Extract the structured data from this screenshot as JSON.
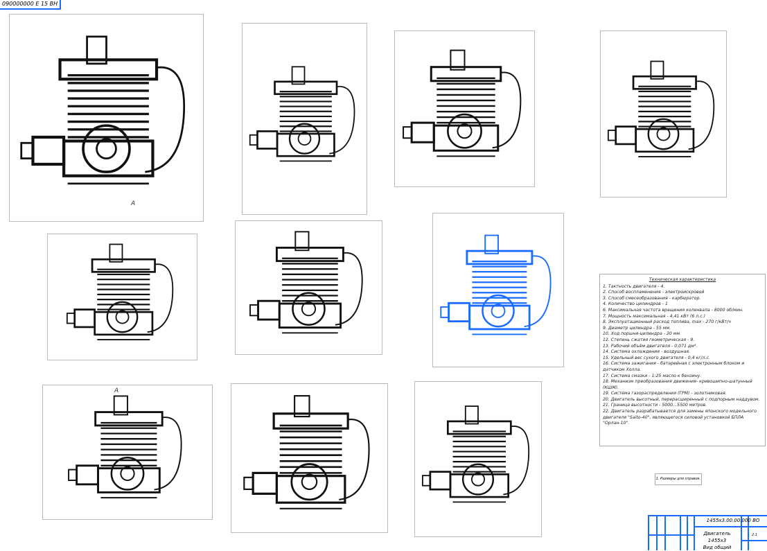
{
  "sheet": {
    "stamp": "090000000 Е 15 ВН"
  },
  "views": [
    {
      "name": "front-view",
      "label": "А"
    },
    {
      "name": "side-view",
      "label": ""
    },
    {
      "name": "rear-view",
      "label": ""
    },
    {
      "name": "other-side-view",
      "label": ""
    },
    {
      "name": "bottom-view",
      "label": ""
    },
    {
      "name": "iso-view-1",
      "label": ""
    },
    {
      "name": "iso-view-2-blue",
      "label": ""
    },
    {
      "name": "view-a",
      "label": "А"
    },
    {
      "name": "iso-view-3",
      "label": ""
    },
    {
      "name": "iso-view-4",
      "label": ""
    }
  ],
  "spec": {
    "title": "Техническая характеристика",
    "items": [
      "1. Тактность двигателя - 4.",
      "2. Способ воспламенения - электроискровой",
      "3. Способ смесеобразования - карбюратор.",
      "4. Количество цилиндров - 1",
      "6. Максимальная частота вращения коленвала - 8000 об/мин.",
      "7. Мощность максимальная - 4,41 кВт (6 л.с.)",
      "8. Эксплуатационный расход топлива, max - 270 г/кВт/ч",
      "9. Диаметр цилиндра - 55 мм.",
      "10. Ход поршня-цилиндра - 30 мм.",
      "12. Степень сжатия геометрическая - 9.",
      "13. Рабочий объём двигателя - 0,071 дм³.",
      "14. Система охлаждения - воздушная.",
      "15. Удельный вес сухого двигателя - 0,4 кг/л.с.",
      "16. Система зажигания - батарейная с электронным блоком и датчиком Холла.",
      "17. Система смазки - 1:25 масло к бензину.",
      "18. Механизм преобразования движения- кривошипно-шатунный (КШМ).",
      "19. Система газораспределения (ГРМ) - золотниковая.",
      "20. Двигатель высотный, перерасширенный с подпорным наддувом.",
      "21. Граница высотности - 5000...5500 метров.",
      "22. Двигатель разрабатывается для замены японского модельного двигателя \"Saito-40\", являющегося силовой установкой БПЛА \"Орлан-10\"."
    ]
  },
  "note": "1. Размеры для справок.",
  "title_block": {
    "code": "1455х3.00.00.000 ВО",
    "name_line1": "Двигатель 1455х3",
    "name_line2": "Вид общий",
    "scale": "2:1"
  }
}
